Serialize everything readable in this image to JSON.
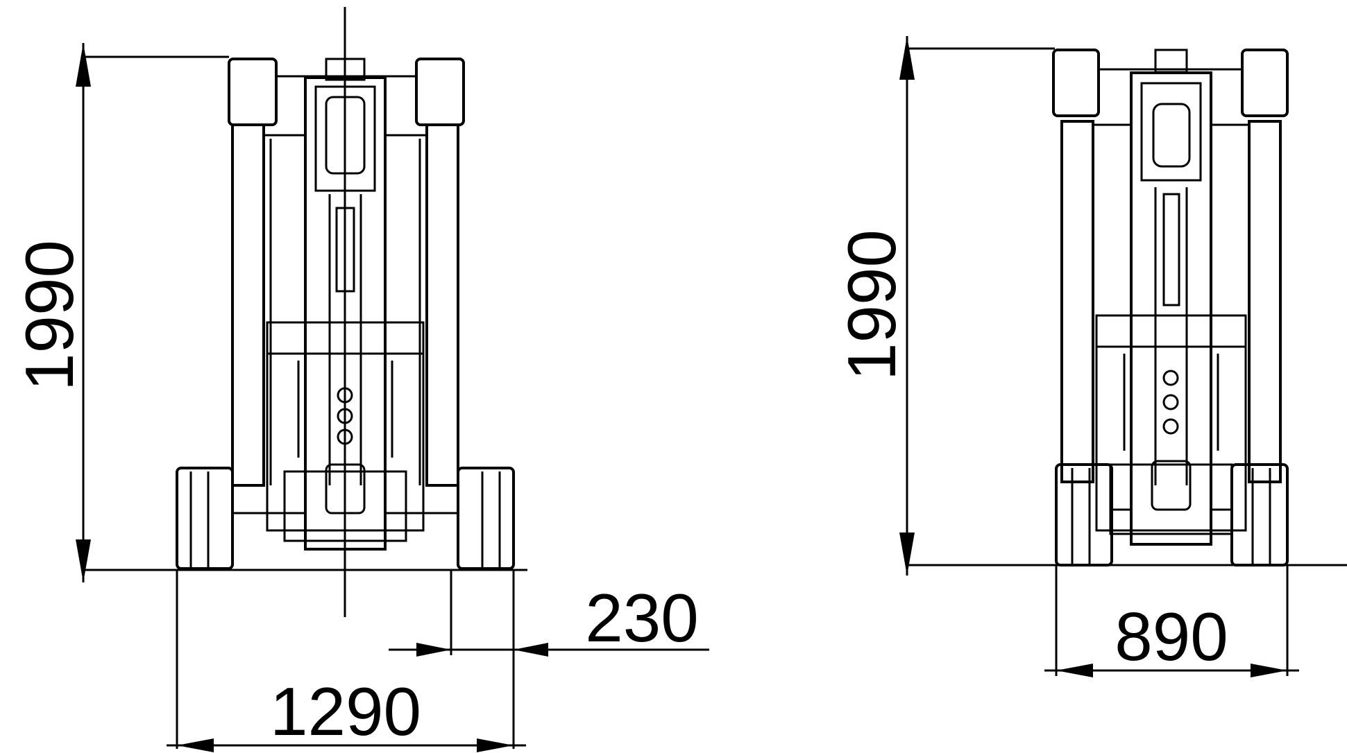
{
  "views": {
    "left": {
      "height_dim": "1990",
      "width_dim": "1290",
      "wheel_dim": "230"
    },
    "right": {
      "height_dim": "1990",
      "width_dim": "890"
    }
  },
  "colors": {
    "line": "#000000",
    "background": "#ffffff"
  }
}
